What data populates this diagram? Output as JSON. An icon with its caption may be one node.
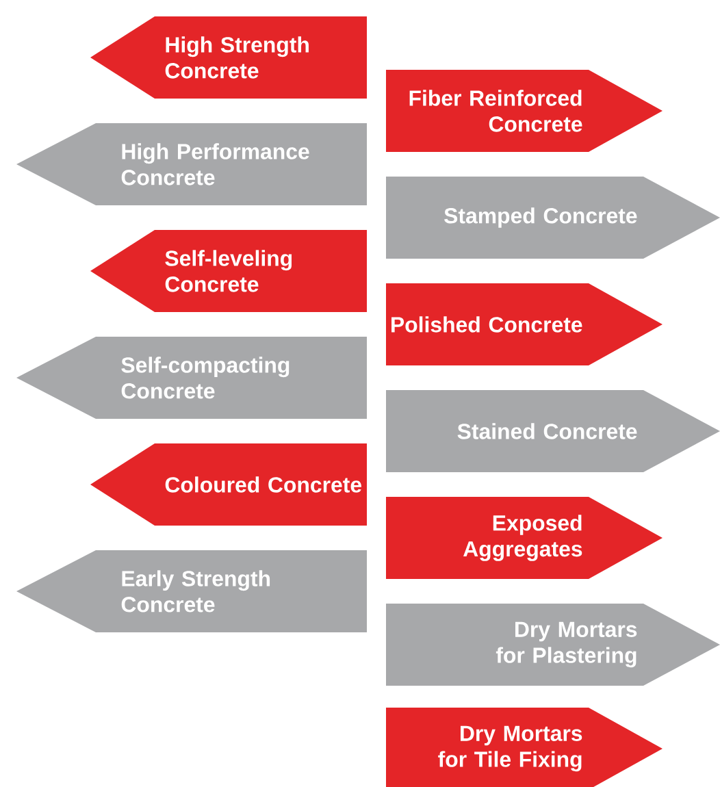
{
  "diagram": {
    "nodes": [
      {
        "text": [
          "High Strength Concrete"
        ]
      },
      {
        "text": [
          "High Performance Concrete"
        ]
      },
      {
        "text": [
          "Self-leveling Concrete"
        ]
      },
      {
        "text": [
          "Self-compacting Concrete"
        ]
      },
      {
        "text": [
          "Coloured Concrete"
        ]
      },
      {
        "text": [
          "Early Strength Concrete"
        ]
      },
      {
        "text": [
          "Fiber Reinforced Concrete"
        ]
      },
      {
        "text": [
          "Stamped Concrete"
        ]
      },
      {
        "text": [
          "Polished Concrete"
        ]
      },
      {
        "text": [
          "Stained Concrete"
        ]
      },
      {
        "text": [
          "Exposed Aggregates"
        ]
      },
      {
        "text": [
          "Dry Mortars for Plastering"
        ]
      },
      {
        "text": [
          "Dry Mortars for Tile Fixing"
        ]
      }
    ]
  }
}
